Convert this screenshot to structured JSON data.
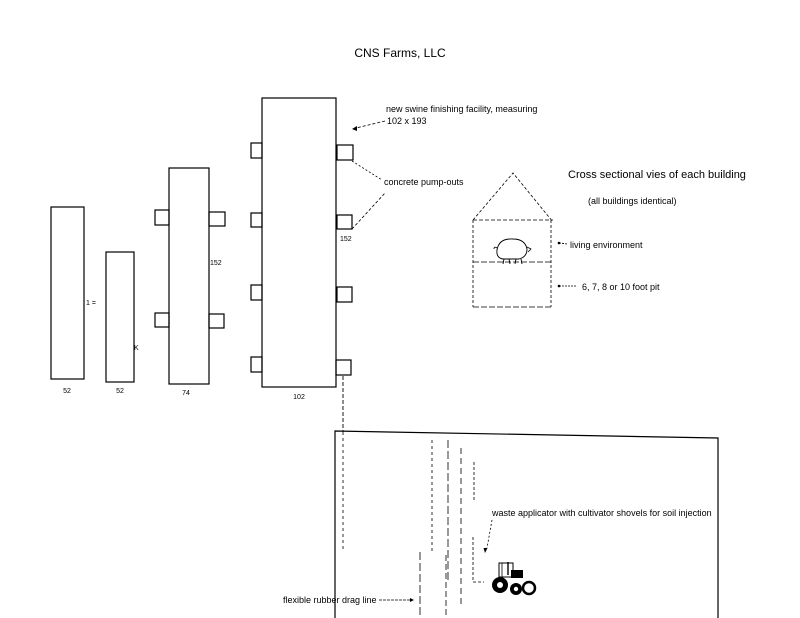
{
  "title": "CNS Farms, LLC",
  "buildings": [
    {
      "id": "b1",
      "width_label": "52",
      "side_label": "1 ="
    },
    {
      "id": "b2",
      "width_label": "52",
      "side_label": "K"
    },
    {
      "id": "b3",
      "width_label": "74",
      "side_label": "152"
    },
    {
      "id": "b4",
      "width_label": "102",
      "side_label": "152"
    }
  ],
  "annotations": {
    "new_facility_line1": "new swine finishing facility, measuring",
    "new_facility_line2": "102 x 193",
    "pump_outs": "concrete pump-outs",
    "cross_section_title": "Cross sectional vies of each building",
    "cross_section_subtitle": "(all buildings identical)",
    "living_environment": "living environment",
    "pit_depth": "6, 7, 8 or 10 foot pit",
    "waste_applicator": "waste applicator with cultivator shovels for soil injection",
    "flexible_hose": "flexible rubber drag line"
  },
  "icons": {
    "pig": "pig-icon",
    "tractor": "tractor-icon"
  }
}
